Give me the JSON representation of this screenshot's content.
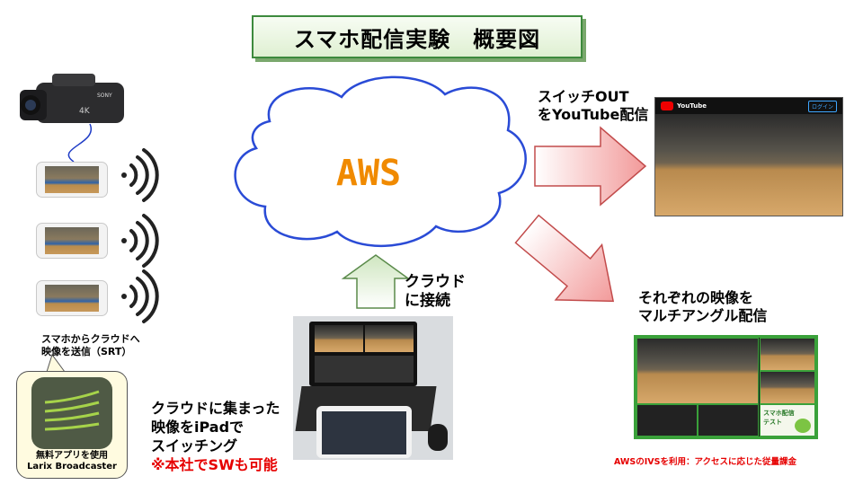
{
  "title": "スマホ配信実験　概要図",
  "cloud": {
    "label": "AWS"
  },
  "labels": {
    "youtube_line1": "スイッチOUT",
    "youtube_line2": "をYouTube配信",
    "multi_line1": "それぞれの映像を",
    "multi_line2": "マルチアングル配信",
    "connect_line1": "クラウド",
    "connect_line2": "に接続",
    "srt_line1": "スマホからクラウドへ",
    "srt_line2": "映像を送信（SRT）",
    "switch_line1": "クラウドに集まった",
    "switch_line2": "映像をiPadで",
    "switch_line3": "スイッチング",
    "switch_note": "※本社でSWも可能",
    "app_line1": "無料アプリを使用",
    "app_line2": "Larix Broadcaster",
    "ivs_note": "AWSのIVSを利用：アクセスに応じた従量課金"
  },
  "youtube_ui": {
    "logo_text": "YouTube",
    "login": "ログイン"
  },
  "multi_ui": {
    "tile_text_1": "スマホ配信",
    "tile_text_2": "テスト"
  },
  "colors": {
    "title_border": "#3d8a3d",
    "cloud_stroke": "#2a4bd6",
    "aws_text": "#f08a00",
    "note_red": "#e60000",
    "tile_border": "#3aa13a"
  }
}
